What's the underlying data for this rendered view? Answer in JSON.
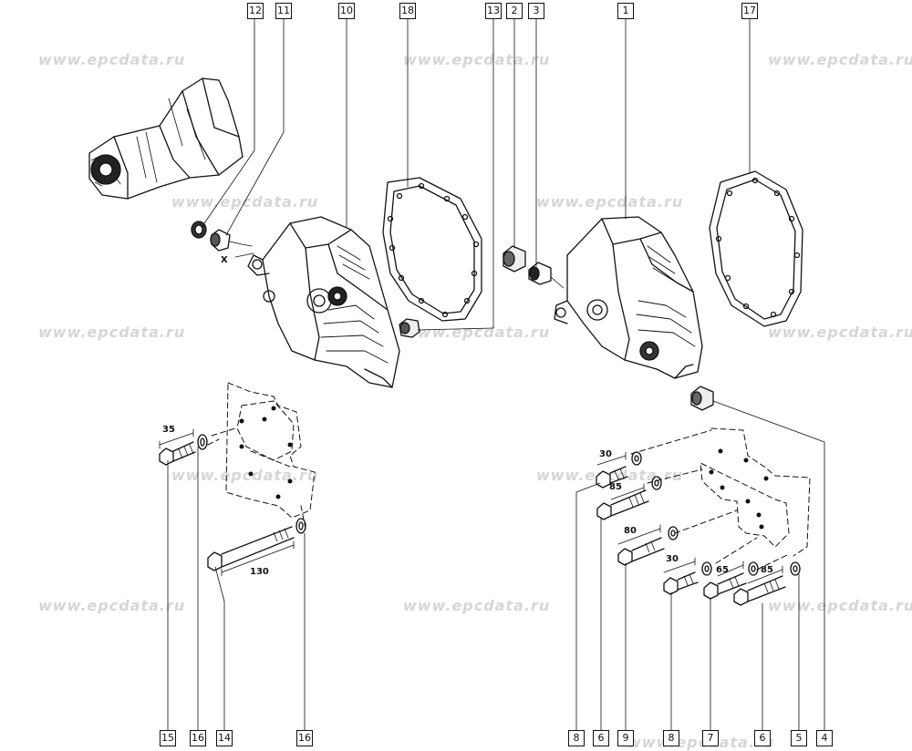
{
  "watermark": "www.epcdata.ru",
  "callouts": {
    "c12": "12",
    "c11": "11",
    "c10": "10",
    "c18": "18",
    "c13": "13",
    "c2": "2",
    "c3": "3",
    "c1": "1",
    "c17": "17",
    "b15": "15",
    "b16a": "16",
    "b14": "14",
    "b16b": "16",
    "b8a": "8",
    "b6a": "6",
    "b9": "9",
    "b8b": "8",
    "b7": "7",
    "b6b": "6",
    "b5": "5",
    "b4": "4"
  },
  "dims": {
    "x": "X",
    "l35": "35",
    "l130": "130",
    "l30a": "30",
    "l85a": "85",
    "l80": "80",
    "l30b": "30",
    "l65": "65",
    "l85b": "85"
  }
}
